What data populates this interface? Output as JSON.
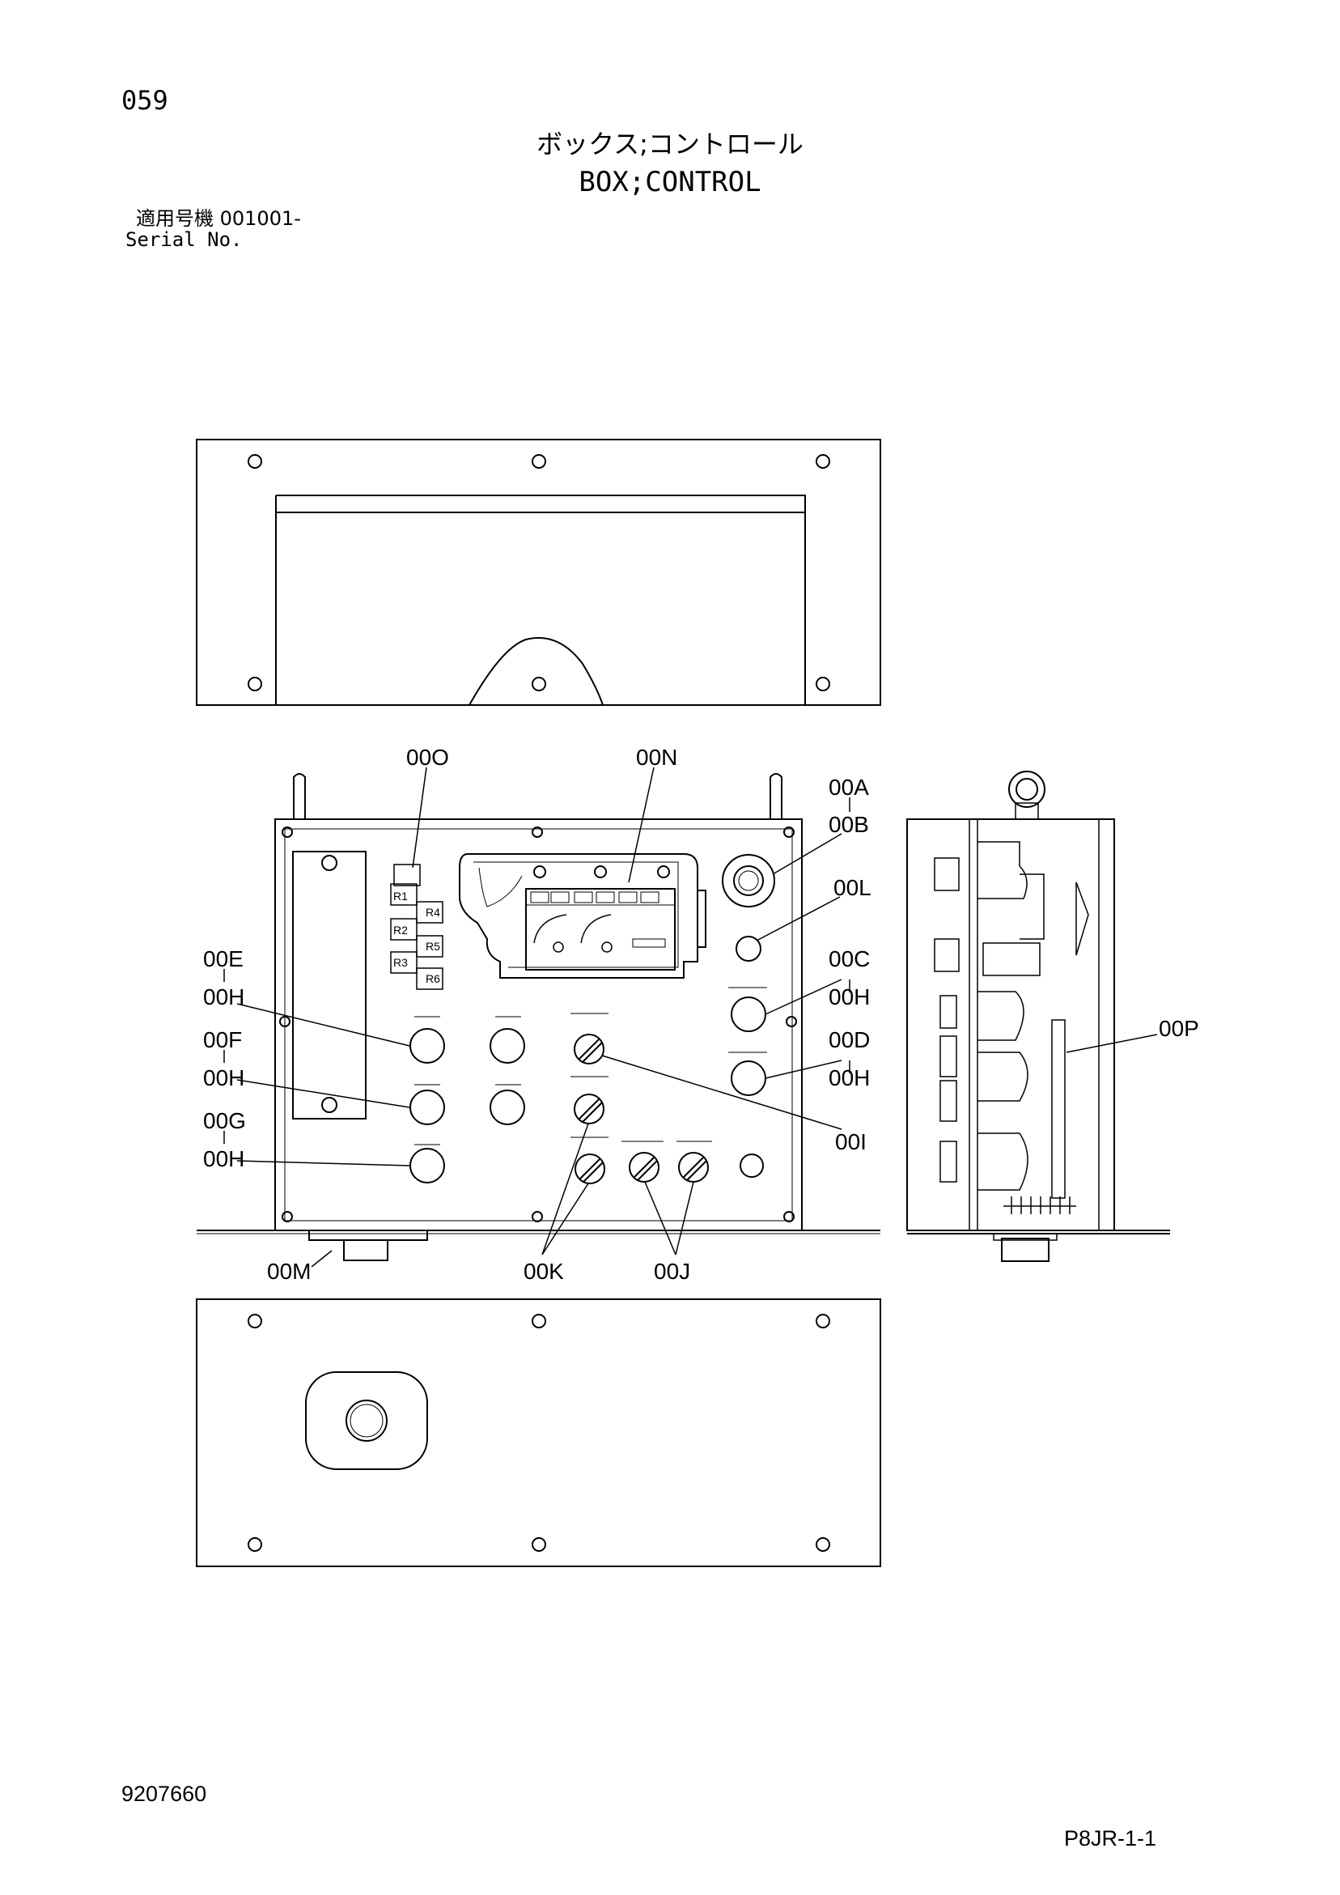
{
  "page": {
    "page_number": "059",
    "title_jp": "ボックス;コントロール",
    "title_en": "BOX;CONTROL",
    "serial_jp": "適用号機  001001-",
    "serial_en": "Serial No.",
    "document_number": "9207660",
    "sheet_code": "P8JR-1-1"
  },
  "callouts": {
    "c_00O": "00O",
    "c_00N": "00N",
    "c_00A": "00A",
    "c_00B": "00B",
    "c_00L": "00L",
    "c_00E": "00E",
    "c_00H_1": "00H",
    "c_00F": "00F",
    "c_00H_2": "00H",
    "c_00G": "00G",
    "c_00H_3": "00H",
    "c_00C": "00C",
    "c_00H_4": "00H",
    "c_00D": "00D",
    "c_00H_5": "00H",
    "c_00I": "00I",
    "c_00P": "00P",
    "c_00M": "00M",
    "c_00K": "00K",
    "c_00J": "00J"
  },
  "relay_labels": {
    "r1": "R1",
    "r2": "R2",
    "r3": "R3",
    "r4": "R4",
    "r5": "R5",
    "r6": "R6"
  }
}
